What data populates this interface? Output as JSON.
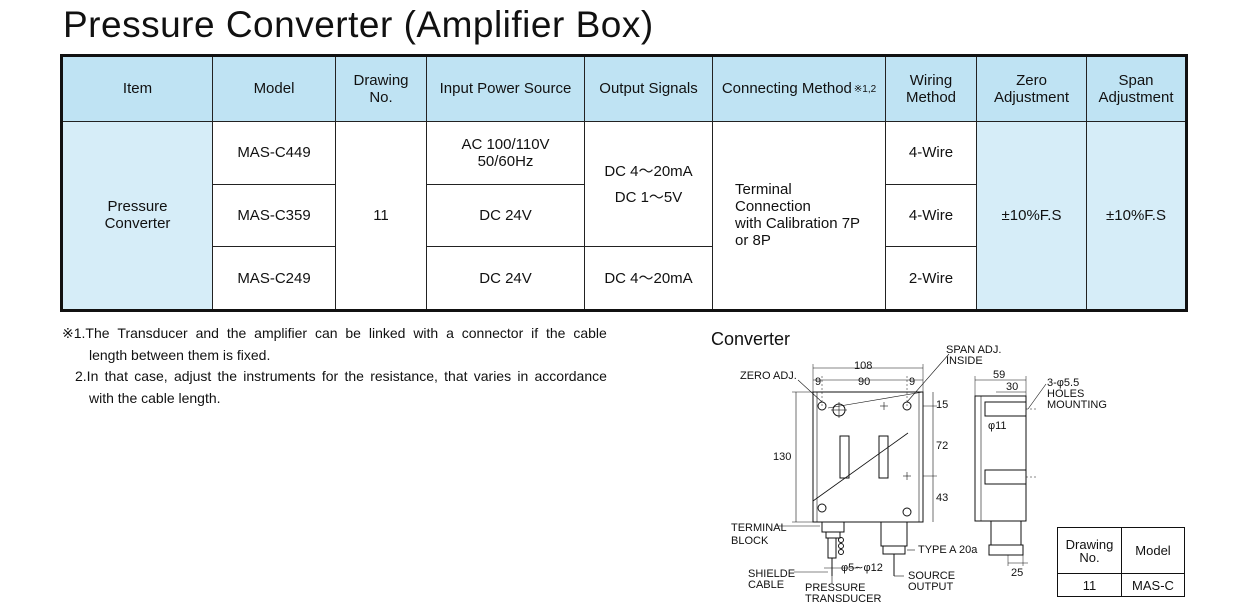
{
  "title": "Pressure Converter (Amplifier Box)",
  "table": {
    "headers": {
      "item": "Item",
      "model": "Model",
      "drawing_1": "Drawing",
      "drawing_2": "No.",
      "input": "Input Power Source",
      "output": "Output Signals",
      "connecting": "Connecting Method",
      "connecting_note": "※1,2",
      "wiring_1": "Wiring",
      "wiring_2": "Method",
      "zero_1": "Zero",
      "zero_2": "Adjustment",
      "span_1": "Span",
      "span_2": "Adjustment"
    },
    "item_1": "Pressure",
    "item_2": "Converter",
    "drawing_no": "11",
    "models": [
      "MAS-C449",
      "MAS-C359",
      "MAS-C249"
    ],
    "input_1a": "AC 100/110V",
    "input_1b": "50/60Hz",
    "input_2": "DC 24V",
    "input_3": "DC 24V",
    "output_a": "DC 4～20mA",
    "output_b": "DC 1～5V",
    "output_3": "DC 4～20mA",
    "connecting_1": "Terminal",
    "connecting_2": "Connection",
    "connecting_3": "with Calibration 7P",
    "connecting_4": "or 8P",
    "wiring": [
      "4-Wire",
      "4-Wire",
      "2-Wire"
    ],
    "zero": "±10%F.S",
    "span": "±10%F.S"
  },
  "notes": {
    "n1_words": [
      "※1.The",
      "Transducer",
      "and",
      "the",
      "amplifier",
      "can",
      "be",
      "linked",
      "with",
      "a",
      "connector",
      "if",
      "the",
      "cable"
    ],
    "n1_cont": "length between them is fixed.",
    "n2_words": [
      "2.In",
      "that",
      "case,",
      "adjust",
      "the",
      "instruments",
      "for",
      "the",
      "resistance,",
      "that",
      "varies",
      "in",
      "accordance"
    ],
    "n2_cont": "with the cable length."
  },
  "converter": {
    "title": "Converter",
    "labels": {
      "zero_adj": "ZERO ADJ.",
      "span_adj_1": "SPAN ADJ.",
      "span_adj_2": "INSIDE",
      "d108": "108",
      "d9a": "9",
      "d90": "90",
      "d9b": "9",
      "d15": "15",
      "d130": "130",
      "d72": "72",
      "d43": "43",
      "d59": "59",
      "d30": "30",
      "holes_1": "3-φ5.5",
      "holes_2": "HOLES",
      "holes_3": "MOUNTING",
      "phi11": "φ11",
      "terminal_1": "TERMINAL",
      "terminal_2": "BLOCK",
      "type_a": "TYPE A 20a",
      "phi_range": "φ5∼φ12",
      "shielde_1": "SHIELDE",
      "shielde_2": "CABLE",
      "pressure_1": "PRESSURE",
      "pressure_2": "TRANSDUCER",
      "source_1": "SOURCE",
      "source_2": "OUTPUT",
      "d25": "25"
    }
  },
  "mini_table": {
    "drawing_1": "Drawing",
    "drawing_2": "No.",
    "model": "Model",
    "drawing_value": "11",
    "model_value": "MAS-C"
  }
}
